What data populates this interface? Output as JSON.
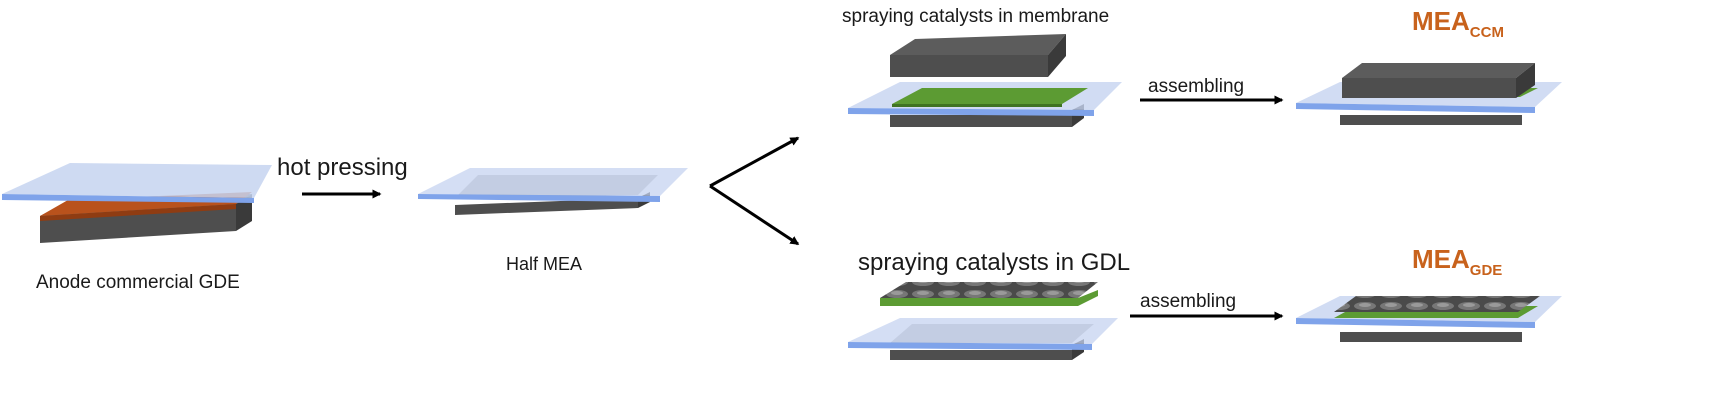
{
  "labels": {
    "anode": "Anode commercial GDE",
    "hot_pressing": "hot pressing",
    "half_mea": "Half MEA",
    "spray_membrane": "spraying catalysts in membrane",
    "spray_gdl": "spraying catalysts in GDL",
    "assembling_top": "assembling",
    "assembling_bottom": "assembling",
    "mea_ccm_main": "MEA",
    "mea_ccm_sub": "CCM",
    "mea_gde_main": "MEA",
    "mea_gde_sub": "GDE"
  },
  "colors": {
    "membrane": "#c6d3f0",
    "membrane_edge": "#7fa3ea",
    "gdl_dark": "#4a4a4a",
    "catalyst_green": "#5c9b33",
    "anode_orange": "#b9521c",
    "mea_label": "#c8621c"
  }
}
